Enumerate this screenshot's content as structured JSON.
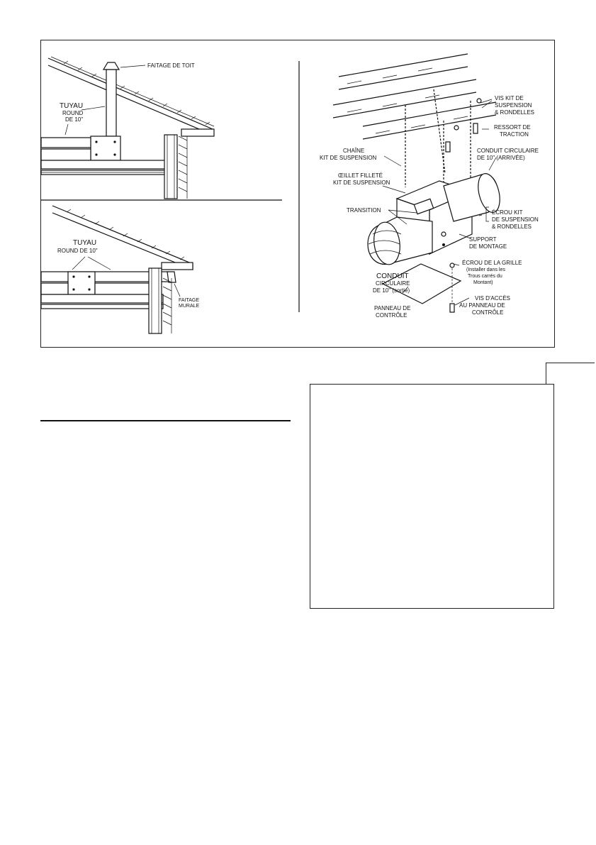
{
  "top_figure": {
    "roof_section_labels": {
      "roof_cap": "FAITAGE DE TOIT",
      "pipe_title": "TUYAU",
      "pipe_round": "ROUND",
      "pipe_size": "DE 10\""
    },
    "wall_section_labels": {
      "pipe_title": "TUYAU",
      "pipe_round": "ROUND DE 10\"",
      "wall_cap_1": "FAITAGE",
      "wall_cap_2": "MURALE"
    },
    "assembly_labels": {
      "hanger_screw_1": "VIS KIT DE",
      "hanger_screw_2": "SUSPENSION",
      "hanger_screw_3": "& RONDELLES",
      "spring_1": "RESSORT DE",
      "spring_2": "TRACTION",
      "chain_1": "CHAÎNE",
      "chain_2": "KIT DE SUSPENSION",
      "inlet_1": "CONDUIT CIRCULAIRE",
      "inlet_2": "DE 10\" (ARRIVÉE)",
      "eyelet_1": "ŒILLET FILLETÉ",
      "eyelet_2": "KIT DE SUSPENSION",
      "transition": "TRANSITION",
      "nut_1": "ÉCROU KIT",
      "nut_2": "DE SUSPENSION",
      "nut_3": "& RONDELLES",
      "bracket_1": "SUPPORT",
      "bracket_2": "DE MONTAGE",
      "outlet_1": "CONDUIT",
      "outlet_2": "CIRCULAIRE",
      "outlet_3": "DE 10\" (sortie)",
      "grille_nut_1": "ÉCROU DE LA GRILLE",
      "grille_nut_2": "(Installer dans les",
      "grille_nut_3": "Trous carrés du",
      "grille_nut_4": "Montant)",
      "panel_1": "PANNEAU DE",
      "panel_2": "CONTRÔLE",
      "access_screw_1": "VIS D'ACCÈS",
      "access_screw_2": "AU PANNEAU DE",
      "access_screw_3": "CONTRÔLE"
    }
  }
}
